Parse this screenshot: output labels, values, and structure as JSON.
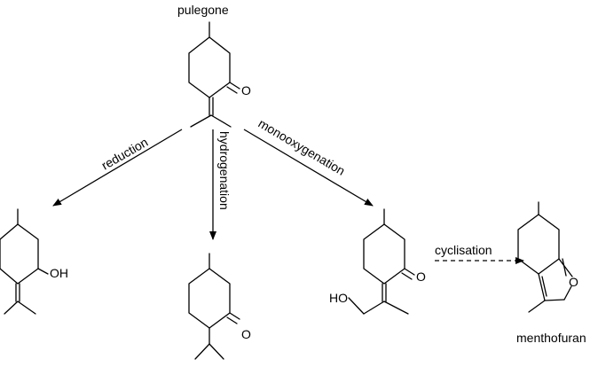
{
  "compounds": {
    "pulegone": "pulegone",
    "menthofuran": "menthofuran"
  },
  "reactions": {
    "reduction": "reduction",
    "hydrogenation": "hydrogenation",
    "monooxygenation": "monooxygenation",
    "cyclisation": "cyclisation"
  },
  "atoms": {
    "oxygen": "O",
    "hydroxyl": "OH",
    "hydroxyl_left": "HO"
  }
}
